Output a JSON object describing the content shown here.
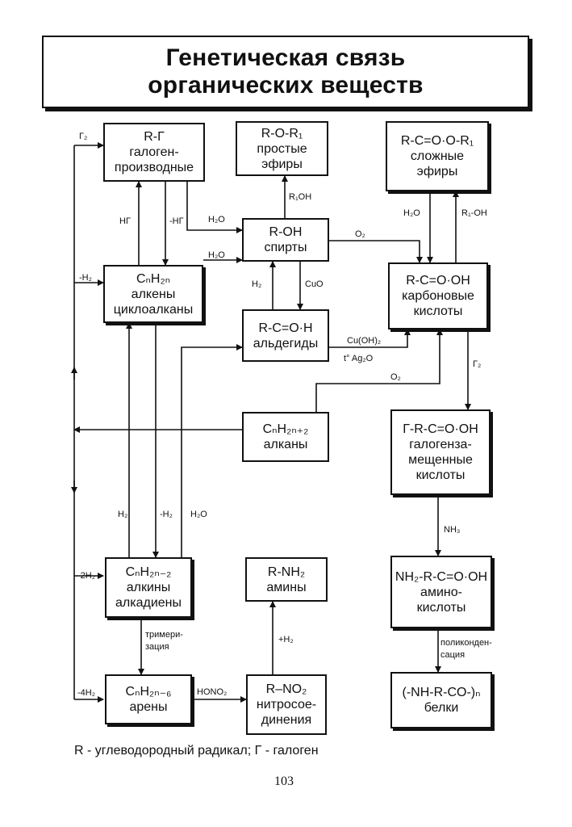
{
  "title": {
    "line1": "Генетическая связь",
    "line2": "органических веществ"
  },
  "nodes": {
    "halogen": [
      "R-Г",
      "галоген-",
      "производные"
    ],
    "ethers": [
      "R-O-R₁",
      "простые",
      "эфиры"
    ],
    "esters": [
      "R-C=O·O-R₁",
      "сложные",
      "эфиры"
    ],
    "alkenes": [
      "CₙH₂ₙ",
      "алкены",
      "циклоалканы"
    ],
    "alcohols": [
      "R-OH",
      "спирты"
    ],
    "acids": [
      "R-C=O·OH",
      "карбоновые",
      "кислоты"
    ],
    "aldehydes": [
      "R-C=O·H",
      "альдегиды"
    ],
    "alkanes": [
      "CₙH₂ₙ₊₂",
      "алканы"
    ],
    "halo_acids": [
      "Г-R-C=O·OH",
      "галогенза-",
      "мещенные",
      "кислоты"
    ],
    "alkynes": [
      "CₙH₂ₙ₋₂",
      "алкины",
      "алкадиены"
    ],
    "amines": [
      "R-NH₂",
      "амины"
    ],
    "amino_acids": [
      "NH₂-R-C=O·OH",
      "амино-",
      "кислоты"
    ],
    "arenes": [
      "CₙH₂ₙ₋₆",
      "арены"
    ],
    "nitro": [
      "R–NO₂",
      "нитросое-",
      "динения"
    ],
    "proteins": [
      "(-NH-R-CO-)ₙ",
      "белки"
    ]
  },
  "labels": {
    "g2": "Г₂",
    "hg": "HГ",
    "minus_hg": "-HГ",
    "h2o_a": "H₂O",
    "h2o_b": "H₂O",
    "r1oh": "R₁OH",
    "minus_h2": "-H₂",
    "h2_a": "H₂",
    "cuo": "CuO",
    "o2_a": "O₂",
    "h2o_c": "H₂O",
    "r1_oh": "R₁-OH",
    "cuoh2": "Cu(OH)₂",
    "t_ag2o": "t° Ag₂O",
    "o2_b": "O₂",
    "g2_b": "Г₂",
    "h2_b": "H₂",
    "minus_h2_b": "-H₂",
    "h2o_d": "H₂O",
    "minus_2h2": "-2H₂",
    "nh3": "NH₃",
    "trimer_1": "тримери-",
    "trimer_2": "зация",
    "plus_h2": "+H₂",
    "polycond_1": "поликонден-",
    "polycond_2": "сация",
    "minus_4h2": "-4H₂",
    "hono2": "HONO₂"
  },
  "footer": "R - углеводородный радикал;  Г - галоген",
  "page_number": "103"
}
